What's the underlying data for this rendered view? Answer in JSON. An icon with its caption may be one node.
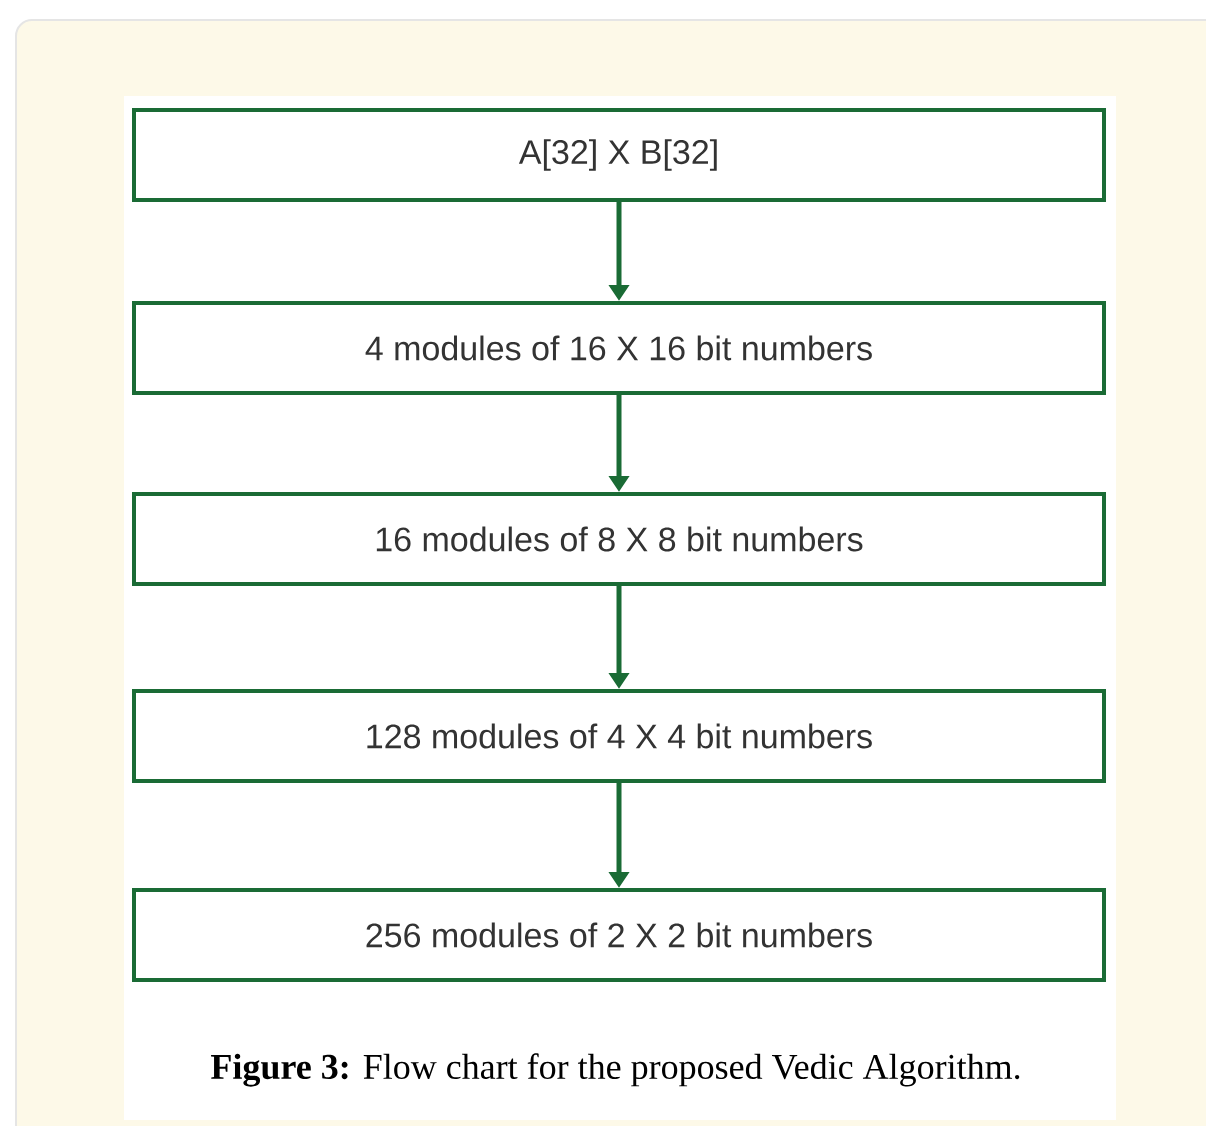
{
  "diagram": {
    "caption": "**Figure 3:** Flow chart for the proposed Vedic Algorithm.",
    "nodes": [
      {
        "text": [
          "A[32] X B[32]"
        ]
      },
      {
        "text": [
          "4 modules of 16 X 16 bit numbers"
        ]
      },
      {
        "text": [
          "16 modules of 8 X 8 bit numbers"
        ]
      },
      {
        "text": [
          "128 modules of 4 X 4 bit numbers"
        ]
      },
      {
        "text": [
          "256 modules of 2 X 2 bit numbers"
        ]
      }
    ],
    "edges": [
      {
        "from": 0,
        "to": 1,
        "arrow": "to"
      },
      {
        "from": 1,
        "to": 2,
        "arrow": "to"
      },
      {
        "from": 2,
        "to": 3,
        "arrow": "to"
      },
      {
        "from": 3,
        "to": 4,
        "arrow": "to"
      }
    ]
  }
}
